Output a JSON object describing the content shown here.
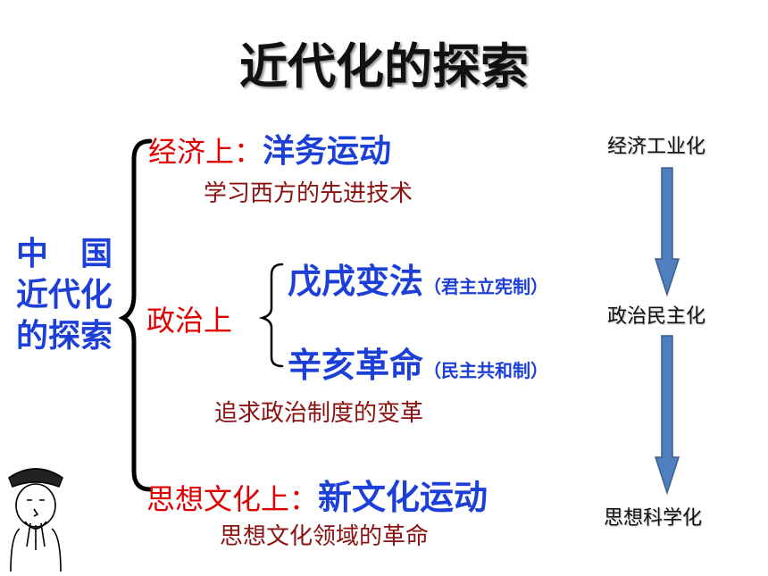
{
  "title": "近代化的探索",
  "side_label": [
    "中　国",
    "近代化",
    "的探索"
  ],
  "economy": {
    "label": "经济上：",
    "movement": "洋务运动",
    "desc": "学习西方的先进技术"
  },
  "politics": {
    "label": "政治上",
    "items": [
      {
        "name": "戊戌变法",
        "note": "（君主立宪制）"
      },
      {
        "name": "辛亥革命",
        "note": "（民主共和制）"
      }
    ],
    "desc": "追求政治制度的变革"
  },
  "culture": {
    "label": "思想文化上：",
    "movement": "新文化运动",
    "desc": "思想文化领域的革命"
  },
  "stages": [
    "经济工业化",
    "政治民主化",
    "思想科学化"
  ],
  "colors": {
    "label_red": "#e00000",
    "accent_blue": "#1c3fd8",
    "desc_red": "#8b1010",
    "arrow_fill": "#4f7fbf"
  }
}
